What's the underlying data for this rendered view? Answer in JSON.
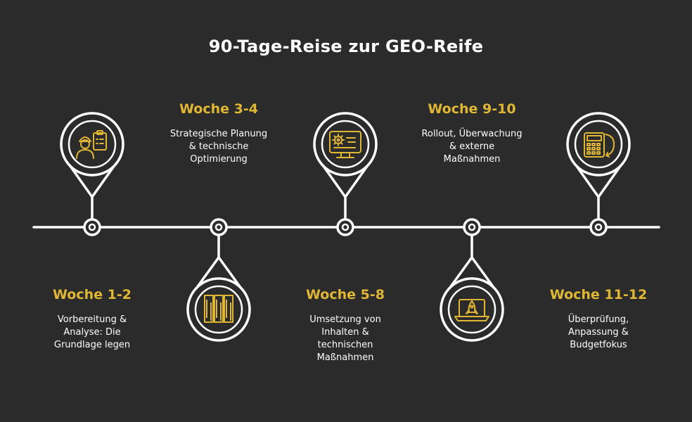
{
  "title": "90-Tage-Reise zur GEO-Reife",
  "colors": {
    "background": "#2b2b2b",
    "line": "#ffffff",
    "accent": "#e0b734"
  },
  "stages": [
    {
      "label": "Woche 1-2",
      "description_lines": [
        "Vorbereitung &",
        "Analyse: Die",
        "Grundlage legen"
      ],
      "pin_direction": "up",
      "icon": "worker-clipboard-icon"
    },
    {
      "label": "Woche 3-4",
      "description_lines": [
        "Strategische Planung",
        "& technische",
        "Optimierung"
      ],
      "pin_direction": "down",
      "icon": "server-rack-icon"
    },
    {
      "label": "Woche 5-8",
      "description_lines": [
        "Umsetzung von",
        "Inhalten &",
        "technischen",
        "Maßnahmen"
      ],
      "pin_direction": "up",
      "icon": "monitor-gear-icon"
    },
    {
      "label": "Woche 9-10",
      "description_lines": [
        "Rollout, Überwachung",
        "& externe",
        "Maßnahmen"
      ],
      "pin_direction": "down",
      "icon": "laptop-rocket-icon"
    },
    {
      "label": "Woche 11-12",
      "description_lines": [
        "Überprüfung,",
        "Anpassung &",
        "Budgetfokus"
      ],
      "pin_direction": "up",
      "icon": "calculator-refresh-icon"
    }
  ]
}
